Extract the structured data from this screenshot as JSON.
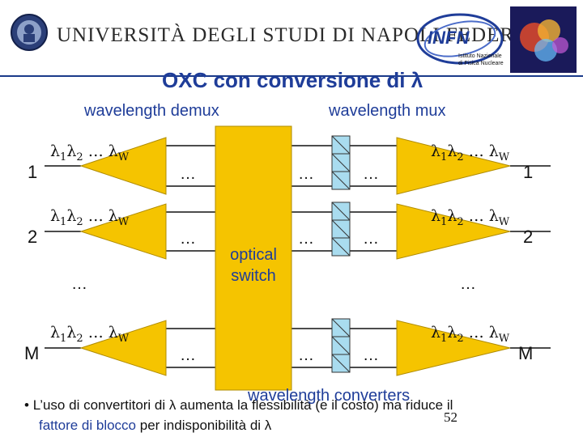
{
  "header": {
    "university": "UNIVERSITÀ DEGLI STUDI DI NAPOLI FEDERICO II",
    "infn": "INFN",
    "infn_sub1": "Istituto Nazionale",
    "infn_sub2": "di Fisica Nucleare"
  },
  "slide": {
    "title": "OXC con conversione di λ",
    "demux_label": "wavelength demux",
    "mux_label": "wavelength mux",
    "switch_label_1": "optical",
    "switch_label_2": "switch",
    "converters_label": "wavelength converters",
    "page_number": "52"
  },
  "rows": [
    {
      "in": "1",
      "out": "1"
    },
    {
      "in": "2",
      "out": "2"
    },
    {
      "in": "M",
      "out": "M"
    }
  ],
  "lambda": {
    "sym": "λ",
    "s1": "1",
    "s2": "2",
    "sw": "W",
    "ell": "…"
  },
  "dots": "…",
  "bullet": {
    "marker": "•",
    "text1": "L’uso di convertitori di λ aumenta la flessibilità (e il costo) ma riduce il",
    "link": "fattore di blocco",
    "text2": " per indisponibilità di λ"
  },
  "colors": {
    "title": "#1f3d99",
    "switch": "#f5c400",
    "triangle": "#f5c400",
    "converter": "#a9dcef",
    "header_line": "#1a3a8a"
  }
}
